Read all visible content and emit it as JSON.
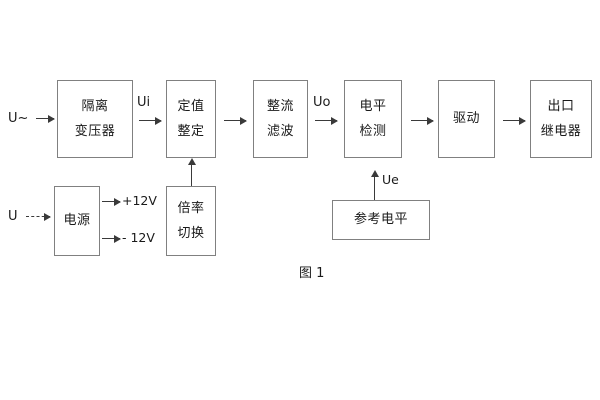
{
  "figure": {
    "caption": "图 1",
    "background_color": "#ffffff",
    "border_color": "#808080",
    "line_color": "#3a3a3a",
    "text_color": "#1a1a1a"
  },
  "blocks": [
    {
      "id": "isolation-transformer",
      "lines": [
        "隔离",
        "变压器"
      ]
    },
    {
      "id": "setting-value",
      "lines": [
        "定值",
        "整定"
      ]
    },
    {
      "id": "rectify-filter",
      "lines": [
        "整流",
        "滤波"
      ]
    },
    {
      "id": "level-detection",
      "lines": [
        "电平",
        "检测"
      ]
    },
    {
      "id": "drive",
      "lines": [
        "驱动"
      ]
    },
    {
      "id": "output-relay",
      "lines": [
        "出口",
        "继电器"
      ]
    },
    {
      "id": "power-supply",
      "lines": [
        "电源"
      ]
    },
    {
      "id": "multiplier-switch",
      "lines": [
        "倍率",
        "切换"
      ]
    },
    {
      "id": "reference-level",
      "lines": [
        "参考电平"
      ]
    }
  ],
  "signals": {
    "input_ac": "U~",
    "input_dc": "U",
    "ui": "Ui",
    "uo": "Uo",
    "ue": "Ue",
    "supply_positive": "+12V",
    "supply_negative": "- 12V"
  }
}
